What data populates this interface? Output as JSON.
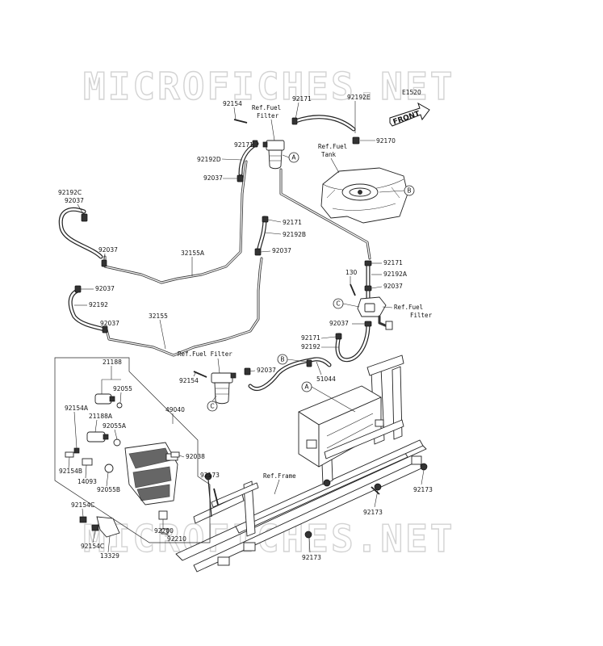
{
  "watermark": "MICROFICHES.NET",
  "figure_code": "E1520",
  "front_label": "FRONT",
  "refs": {
    "fuel_filter_top_1": "Ref.Fuel",
    "fuel_filter_top_2": "Filter",
    "fuel_tank_1": "Ref.Fuel",
    "fuel_tank_2": "Tank",
    "fuel_filter_right_1": "Ref.Fuel",
    "fuel_filter_right_2": "Filter",
    "fuel_filter_left": "Ref.Fuel Filter",
    "frame": "Ref.Frame"
  },
  "callouts": {
    "a": "A",
    "b": "B",
    "c": "C"
  },
  "parts": {
    "p92154_top": "92154",
    "p92171_top": "92171",
    "p92192E": "92192E",
    "p92171_mid": "92171",
    "p92170": "92170",
    "p92192D": "92192D",
    "p92037_d": "92037",
    "p92192C": "92192C",
    "p92037_c": "92037",
    "p92171_b": "92171",
    "p92192B": "92192B",
    "p92037_b": "92037",
    "p92037_l1": "92037",
    "p32155A": "32155A",
    "p92171_r": "92171",
    "p92192A": "92192A",
    "p130": "130",
    "p92037_r": "92037",
    "p92037_l2": "92037",
    "p92192": "92192",
    "p92037_l3": "92037",
    "p32155": "32155",
    "p92037_rf": "92037",
    "p92171_rf": "92171",
    "p92192_rf": "92192",
    "p21188": "21188",
    "p92055": "92055",
    "p92154_ff": "92154",
    "p92037_ff": "92037",
    "p51044": "51044",
    "p49040": "49040",
    "p92154A": "92154A",
    "p21188A": "21188A",
    "p92055A": "92055A",
    "p92038": "92038",
    "p92154B": "92154B",
    "p14093": "14093",
    "p92055B": "92055B",
    "p92173_a": "92173",
    "p92173_b": "92173",
    "p92173_c": "92173",
    "p92173_d": "92173",
    "p92154C_1": "92154C",
    "p92200": "92200",
    "p92210": "92210",
    "p92154C_2": "92154C",
    "p13329": "13329"
  }
}
